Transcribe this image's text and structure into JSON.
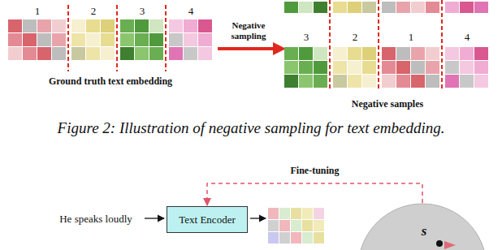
{
  "diagram": {
    "caption": "Figure 2: Illustration of negative sampling for text embedding.",
    "nodes": [
      {
        "text": [
          "Text Encoder"
        ]
      },
      {
        "text": [
          "s"
        ]
      }
    ],
    "edges": [
      {
        "from": 1,
        "to": 0,
        "arrow": "to",
        "label": "Fine-tuning"
      }
    ],
    "labels": [
      "1",
      "2",
      "3",
      "4",
      "Negative sampling",
      "Ground truth text embedding",
      "3",
      "2",
      "1",
      "4",
      "Negative samples",
      "He speaks loudly"
    ]
  }
}
